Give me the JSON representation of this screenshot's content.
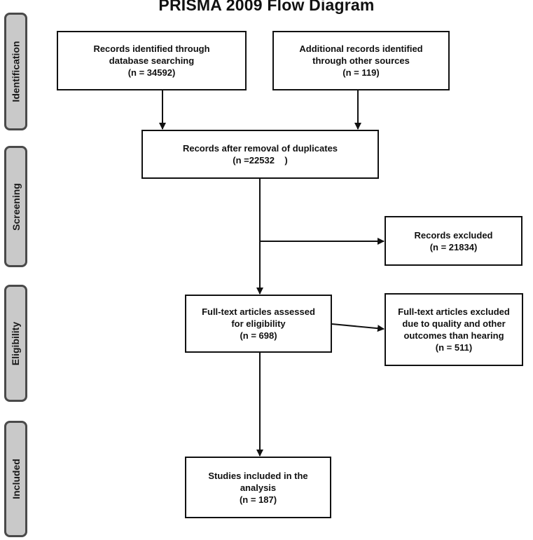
{
  "title": "PRISMA 2009 Flow Diagram",
  "stages": {
    "identification": "Identification",
    "screening": "Screening",
    "eligibility": "Eligibility",
    "included": "Included"
  },
  "boxes": {
    "database_search": {
      "lines": [
        "Records identified through",
        "database searching",
        "(n = 34592)"
      ]
    },
    "other_sources": {
      "lines": [
        "Additional records identified",
        "through other sources",
        "(n = 119)"
      ]
    },
    "after_duplicates": {
      "lines": [
        "Records after removal of duplicates",
        "(n =22532    )"
      ]
    },
    "records_excluded": {
      "lines": [
        "Records excluded",
        "(n = 21834)"
      ]
    },
    "fulltext_assessed": {
      "lines": [
        "Full-text articles assessed",
        "for eligibility",
        "(n = 698)"
      ]
    },
    "fulltext_excluded": {
      "lines": [
        "Full-text articles excluded",
        "due to quality and other",
        "outcomes than hearing",
        "(n = 511)"
      ]
    },
    "studies_included": {
      "lines": [
        "Studies included in the",
        "analysis",
        "(n = 187)"
      ]
    }
  }
}
